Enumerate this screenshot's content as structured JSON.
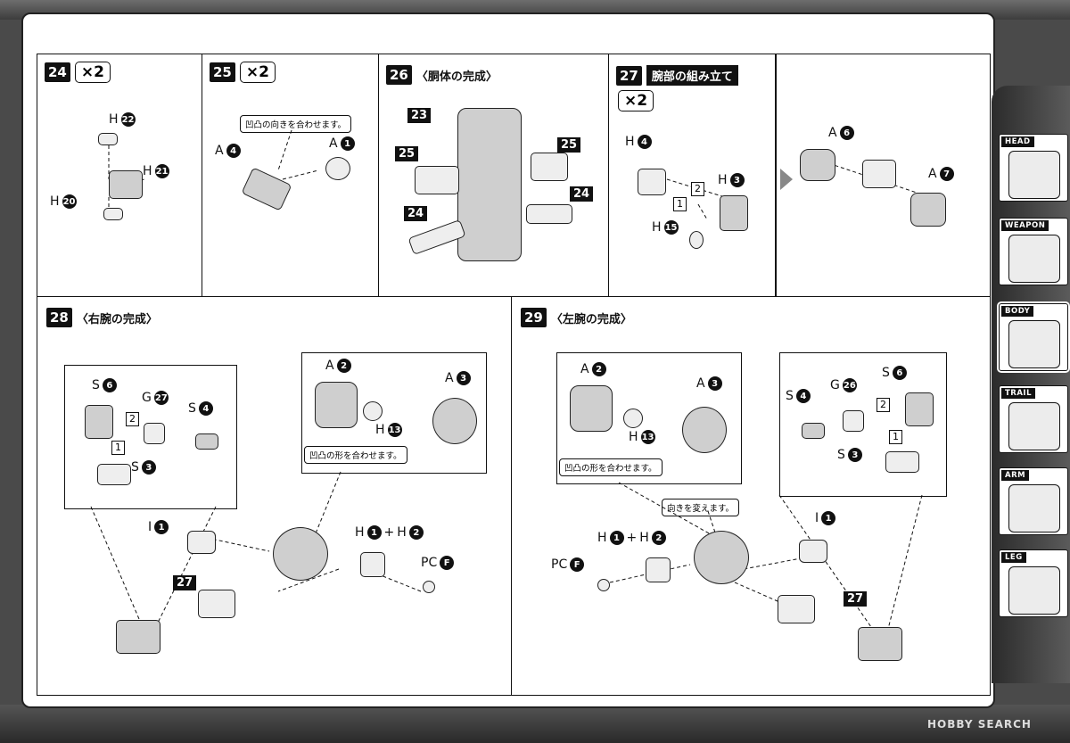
{
  "steps": {
    "s24": {
      "number": "24",
      "multiplier": "×2",
      "labels": [
        {
          "part": "H",
          "num": "22"
        },
        {
          "part": "H",
          "num": "21"
        },
        {
          "part": "H",
          "num": "20"
        }
      ]
    },
    "s25": {
      "number": "25",
      "multiplier": "×2",
      "note": "凹凸の向きを合わせます。",
      "labels": [
        {
          "part": "A",
          "num": "4"
        },
        {
          "part": "A",
          "num": "1"
        }
      ]
    },
    "s26": {
      "number": "26",
      "title": "〈胴体の完成〉",
      "refs": [
        "23",
        "25",
        "25",
        "24",
        "24"
      ]
    },
    "s27": {
      "number": "27",
      "title": "腕部の組み立て",
      "multiplier": "×2",
      "labels": [
        {
          "part": "H",
          "num": "4"
        },
        {
          "part": "H",
          "num": "3"
        },
        {
          "part": "H",
          "num": "15"
        },
        {
          "part": "A",
          "num": "6"
        },
        {
          "part": "A",
          "num": "7"
        }
      ],
      "boxes": [
        "2",
        "1"
      ]
    },
    "s28": {
      "number": "28",
      "title": "〈右腕の完成〉",
      "note": "凹凸の形を合わせます。",
      "ref": "27",
      "labels": {
        "s6": {
          "part": "S",
          "num": "6"
        },
        "g27": {
          "part": "G",
          "num": "27"
        },
        "s4": {
          "part": "S",
          "num": "4"
        },
        "s3": {
          "part": "S",
          "num": "3"
        },
        "a2": {
          "part": "A",
          "num": "2"
        },
        "a3": {
          "part": "A",
          "num": "3"
        },
        "h13": {
          "part": "H",
          "num": "13"
        },
        "i1": {
          "part": "I",
          "num": "1"
        },
        "h1": {
          "part": "H",
          "num": "1"
        },
        "h2": {
          "part": "H",
          "num": "2"
        },
        "pc": {
          "part": "PC",
          "num": "F"
        }
      },
      "boxes": [
        "2",
        "1"
      ],
      "plus": "+"
    },
    "s29": {
      "number": "29",
      "title": "〈左腕の完成〉",
      "note": "凹凸の形を合わせます。",
      "note2": "向きを変えます。",
      "ref": "27",
      "labels": {
        "a2": {
          "part": "A",
          "num": "2"
        },
        "a3": {
          "part": "A",
          "num": "3"
        },
        "h13": {
          "part": "H",
          "num": "13"
        },
        "s4": {
          "part": "S",
          "num": "4"
        },
        "g26": {
          "part": "G",
          "num": "26"
        },
        "s6": {
          "part": "S",
          "num": "6"
        },
        "s3": {
          "part": "S",
          "num": "3"
        },
        "i1": {
          "part": "I",
          "num": "1"
        },
        "h1": {
          "part": "H",
          "num": "1"
        },
        "h2": {
          "part": "H",
          "num": "2"
        },
        "pc": {
          "part": "PC",
          "num": "F"
        }
      },
      "boxes": [
        "2",
        "1"
      ],
      "plus": "+"
    }
  },
  "sidebar": {
    "tabs": [
      {
        "label": "HEAD"
      },
      {
        "label": "WEAPON"
      },
      {
        "label": "BODY"
      },
      {
        "label": "TRAIL"
      },
      {
        "label": "ARM"
      },
      {
        "label": "LEG"
      }
    ]
  },
  "watermark": "HOBBY SEARCH"
}
